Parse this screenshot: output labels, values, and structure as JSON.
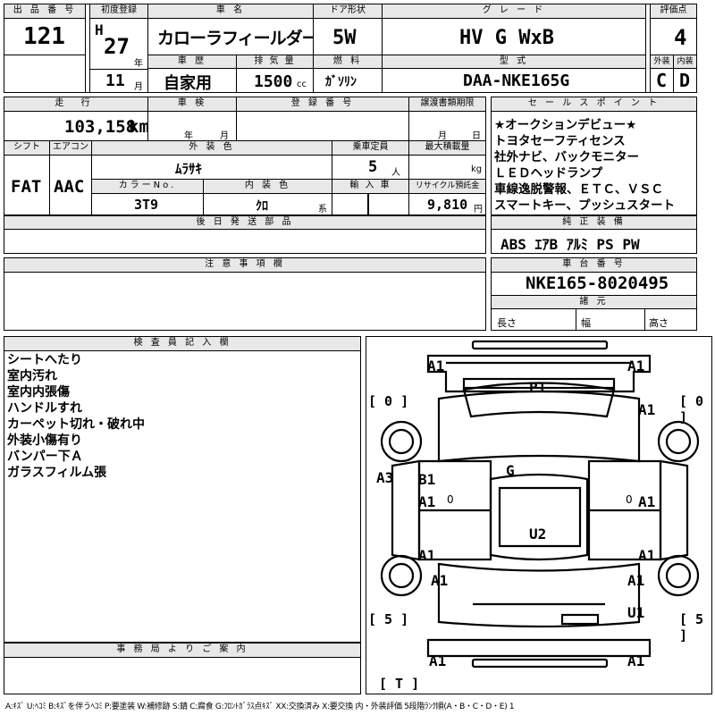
{
  "row1": {
    "lot_label": "出 品 番 号",
    "lot": "121",
    "reg_label": "初度登録",
    "era": "H",
    "year": "27",
    "year_unit": "年",
    "month": "11",
    "month_unit": "月",
    "name_label": "車 名",
    "name": "カローラフィールダー",
    "door_label": "ドア形状",
    "door": "5W",
    "grade_label": "グ レ ー ド",
    "grade": "HV G WxB",
    "score_label": "評価点",
    "score": "4",
    "history_label": "車 歴",
    "history": "自家用",
    "disp_label": "排 気 量",
    "disp": "1500",
    "disp_unit": "cc",
    "fuel_label": "燃 料",
    "fuel": "ｶﾞｿﾘﾝ",
    "model_label": "型 式",
    "model": "DAA-NKE165G",
    "ext_label": "外装",
    "ext": "C",
    "int_label": "内装",
    "int": "D"
  },
  "row2": {
    "mileage_label": "走 行",
    "mileage": "103,158",
    "mileage_unit": "km",
    "inspect_label": "車 検",
    "inspect_year": "年",
    "inspect_month": "月",
    "regno_label": "登 録 番 号",
    "transfer_label": "譲渡書類期限",
    "transfer_month": "月",
    "transfer_day": "日",
    "shift_label": "シフト",
    "shift": "FAT",
    "ac_label": "エアコン",
    "ac": "AAC",
    "color_label": "外 装 色",
    "color": "ﾑﾗｻｷ",
    "seats_label": "乗車定員",
    "seats": "5",
    "seats_unit": "人",
    "load_label": "最大積載量",
    "load_unit": "kg",
    "colorno_label": "カラーNo.",
    "colorno": "3T9",
    "intcolor_label": "内 装 色",
    "intcolor": "ｸﾛ",
    "intcolor_unit": "系",
    "import_label": "輸 入 車",
    "recycle_label": "リサイクル預託金",
    "recycle": "9,810",
    "recycle_unit": "円",
    "later_label": "後 日 発 送 部 品"
  },
  "sales": {
    "label": "セ ー ル ス ポ イ ン ト",
    "lines": [
      "★オークションデビュー★",
      "トヨタセーフティセンス",
      "社外ナビ、バックモニター",
      "ＬＥＤヘッドランプ",
      "車線逸脱警報、ＥＴＣ、ＶＳＣ",
      "スマートキー、プッシュスタート"
    ],
    "equip_label": "純 正 装 備",
    "equip": "ABS ｴｱB ｱﾙﾐ PS PW"
  },
  "caution": {
    "label": "注 意 事 項 欄"
  },
  "chassis": {
    "label": "車 台 番 号",
    "number": "NKE165-8020495",
    "dims_label": "諸 元",
    "length": "長さ",
    "width": "幅",
    "height": "高さ"
  },
  "inspector": {
    "label": "検 査 員 記 入 欄",
    "lines": [
      "シートへたり",
      "室内汚れ",
      "室内内張傷",
      "ハンドルすれ",
      "カーペット切れ・破れ中",
      "外装小傷有り",
      "バンパー下Ａ",
      "ガラスフィルム張"
    ]
  },
  "office": {
    "label": "事 務 局 よ り ご 案 内"
  },
  "diagram": {
    "marks": [
      "A1",
      "A1",
      "P1",
      "A1",
      "A3",
      "B1",
      "G",
      "A1",
      "A1",
      "U2",
      "A1",
      "A1",
      "A1",
      "A1",
      "U1",
      "A1",
      "A1"
    ],
    "tire_fl": "[ 0 ]",
    "tire_fr": "[ 0 ]",
    "tire_rl": "[ 5 ]",
    "tire_rr": "[ 5 ]",
    "tire_spare": "[ T ]",
    "side_zero_l": "0",
    "side_zero_r": "0"
  },
  "legend": "A:ｷｽﾞ U:ﾍｺﾐ B:ｷｽﾞを伴うﾍｺﾐ P:要塗装 W:補修跡 S:錆 C:腐食 G:ﾌﾛﾝﾄｶﾞﾗｽ点ｷｽﾞ XX:交換済み X:要交換 内・外装評価 5段階ﾗﾝｸ順(A・B・C・D・E) 1"
}
